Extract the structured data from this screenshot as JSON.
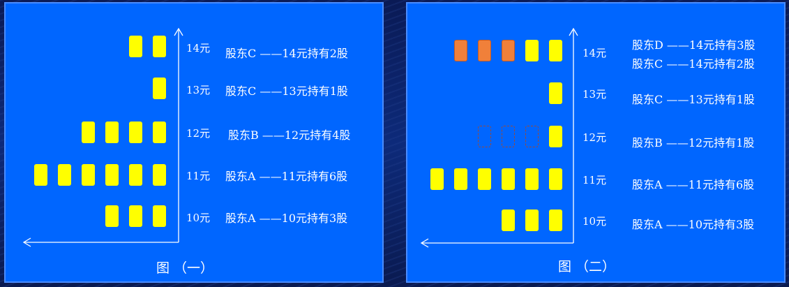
{
  "figure1": {
    "caption": "图 （一）",
    "rows": [
      {
        "price": "14元",
        "holder": "股东C ——14元持有2股",
        "yellow": 2,
        "orange": 0,
        "dashed": 0
      },
      {
        "price": "13元",
        "holder": "股东C ——13元持有1股",
        "yellow": 1,
        "orange": 0,
        "dashed": 0
      },
      {
        "price": "12元",
        "holder": "股东B ——12元持有4股",
        "yellow": 4,
        "orange": 0,
        "dashed": 0
      },
      {
        "price": "11元",
        "holder": "股东A ——11元持有6股",
        "yellow": 6,
        "orange": 0,
        "dashed": 0
      },
      {
        "price": "10元",
        "holder": "股东A ——10元持有3股",
        "yellow": 3,
        "orange": 0,
        "dashed": 0
      }
    ]
  },
  "figure2": {
    "caption": "图 （二）",
    "rows": [
      {
        "price": "14元",
        "holder": "股东D ——14元持有3股",
        "holder2": "股东C ——14元持有2股",
        "yellow": 2,
        "orange": 3,
        "dashed": 0
      },
      {
        "price": "13元",
        "holder": "股东C ——13元持有1股",
        "yellow": 1,
        "orange": 0,
        "dashed": 0
      },
      {
        "price": "12元",
        "holder": "股东B ——12元持有1股",
        "yellow": 1,
        "orange": 0,
        "dashed": 3
      },
      {
        "price": "11元",
        "holder": "股东A ——11元持有6股",
        "yellow": 6,
        "orange": 0,
        "dashed": 0
      },
      {
        "price": "10元",
        "holder": "股东A ——10元持有3股",
        "yellow": 3,
        "orange": 0,
        "dashed": 0
      }
    ]
  },
  "colors": {
    "panel": "#0066ff",
    "share": "#ffff00",
    "new_share": "#f0803a",
    "sold_share": "#9a4a3a",
    "text": "#ffffff"
  }
}
